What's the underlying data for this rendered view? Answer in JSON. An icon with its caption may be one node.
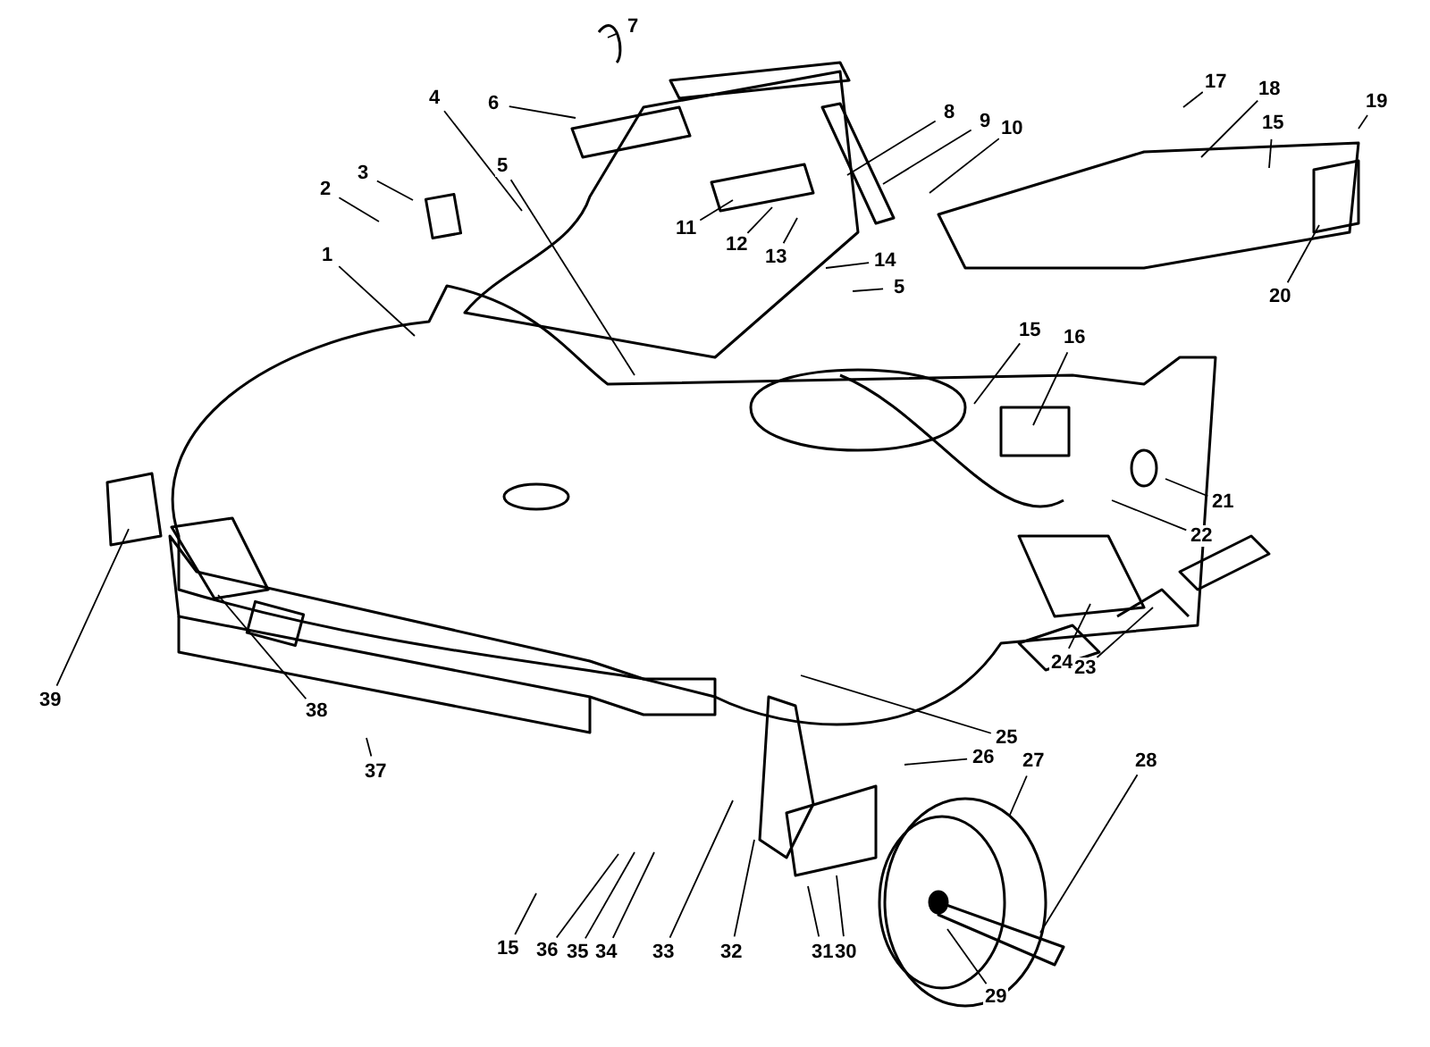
{
  "diagram": {
    "nodes": [
      {
        "text": [
          "1"
        ]
      },
      {
        "text": [
          "2"
        ]
      },
      {
        "text": [
          "3"
        ]
      },
      {
        "text": [
          "4"
        ]
      },
      {
        "text": [
          "5"
        ]
      },
      {
        "text": [
          "6"
        ]
      },
      {
        "text": [
          "7"
        ]
      },
      {
        "text": [
          "8"
        ]
      },
      {
        "text": [
          "9"
        ]
      },
      {
        "text": [
          "10"
        ]
      },
      {
        "text": [
          "11"
        ]
      },
      {
        "text": [
          "12"
        ]
      },
      {
        "text": [
          "13"
        ]
      },
      {
        "text": [
          "14"
        ]
      },
      {
        "text": [
          "5"
        ]
      },
      {
        "text": [
          "17"
        ]
      },
      {
        "text": [
          "18"
        ]
      },
      {
        "text": [
          "15"
        ]
      },
      {
        "text": [
          "19"
        ]
      },
      {
        "text": [
          "20"
        ]
      },
      {
        "text": [
          "15"
        ]
      },
      {
        "text": [
          "16"
        ]
      },
      {
        "text": [
          "21"
        ]
      },
      {
        "text": [
          "22"
        ]
      },
      {
        "text": [
          "24"
        ]
      },
      {
        "text": [
          "23"
        ]
      },
      {
        "text": [
          "39"
        ]
      },
      {
        "text": [
          "38"
        ]
      },
      {
        "text": [
          "25"
        ]
      },
      {
        "text": [
          "26"
        ]
      },
      {
        "text": [
          "27"
        ]
      },
      {
        "text": [
          "28"
        ]
      },
      {
        "text": [
          "37"
        ]
      },
      {
        "text": [
          "15"
        ]
      },
      {
        "text": [
          "36"
        ]
      },
      {
        "text": [
          "35"
        ]
      },
      {
        "text": [
          "34"
        ]
      },
      {
        "text": [
          "33"
        ]
      },
      {
        "text": [
          "32"
        ]
      },
      {
        "text": [
          "31"
        ]
      },
      {
        "text": [
          "30"
        ]
      },
      {
        "text": [
          "29"
        ]
      }
    ],
    "edges": [
      {
        "from": 0,
        "to": null,
        "arrow": "none"
      },
      {
        "from": 1,
        "to": null,
        "arrow": "none"
      },
      {
        "from": 2,
        "to": null,
        "arrow": "none"
      },
      {
        "from": 3,
        "to": null,
        "arrow": "none"
      },
      {
        "from": 4,
        "to": null,
        "arrow": "none"
      },
      {
        "from": 5,
        "to": null,
        "arrow": "none"
      },
      {
        "from": 6,
        "to": null,
        "arrow": "none"
      },
      {
        "from": 7,
        "to": null,
        "arrow": "none"
      },
      {
        "from": 8,
        "to": null,
        "arrow": "none"
      },
      {
        "from": 9,
        "to": null,
        "arrow": "none"
      },
      {
        "from": 10,
        "to": null,
        "arrow": "none"
      },
      {
        "from": 11,
        "to": null,
        "arrow": "none"
      },
      {
        "from": 12,
        "to": null,
        "arrow": "none"
      },
      {
        "from": 13,
        "to": null,
        "arrow": "none"
      },
      {
        "from": 14,
        "to": null,
        "arrow": "none"
      },
      {
        "from": 15,
        "to": null,
        "arrow": "none"
      },
      {
        "from": 16,
        "to": null,
        "arrow": "none"
      },
      {
        "from": 17,
        "to": null,
        "arrow": "none"
      },
      {
        "from": 18,
        "to": null,
        "arrow": "none"
      },
      {
        "from": 19,
        "to": null,
        "arrow": "none"
      },
      {
        "from": 20,
        "to": null,
        "arrow": "none"
      },
      {
        "from": 21,
        "to": null,
        "arrow": "none"
      },
      {
        "from": 22,
        "to": null,
        "arrow": "none"
      },
      {
        "from": 23,
        "to": null,
        "arrow": "none"
      },
      {
        "from": 24,
        "to": null,
        "arrow": "none"
      },
      {
        "from": 25,
        "to": null,
        "arrow": "none"
      },
      {
        "from": 26,
        "to": null,
        "arrow": "none"
      },
      {
        "from": 27,
        "to": null,
        "arrow": "none"
      },
      {
        "from": 28,
        "to": null,
        "arrow": "none"
      },
      {
        "from": 29,
        "to": null,
        "arrow": "none"
      },
      {
        "from": 30,
        "to": null,
        "arrow": "none"
      },
      {
        "from": 31,
        "to": null,
        "arrow": "none"
      },
      {
        "from": 32,
        "to": null,
        "arrow": "none"
      },
      {
        "from": 33,
        "to": null,
        "arrow": "none"
      },
      {
        "from": 34,
        "to": null,
        "arrow": "none"
      },
      {
        "from": 35,
        "to": null,
        "arrow": "none"
      },
      {
        "from": 36,
        "to": null,
        "arrow": "none"
      },
      {
        "from": 37,
        "to": null,
        "arrow": "none"
      },
      {
        "from": 38,
        "to": null,
        "arrow": "none"
      },
      {
        "from": 39,
        "to": null,
        "arrow": "none"
      },
      {
        "from": 40,
        "to": null,
        "arrow": "none"
      },
      {
        "from": 41,
        "to": null,
        "arrow": "none"
      }
    ]
  }
}
